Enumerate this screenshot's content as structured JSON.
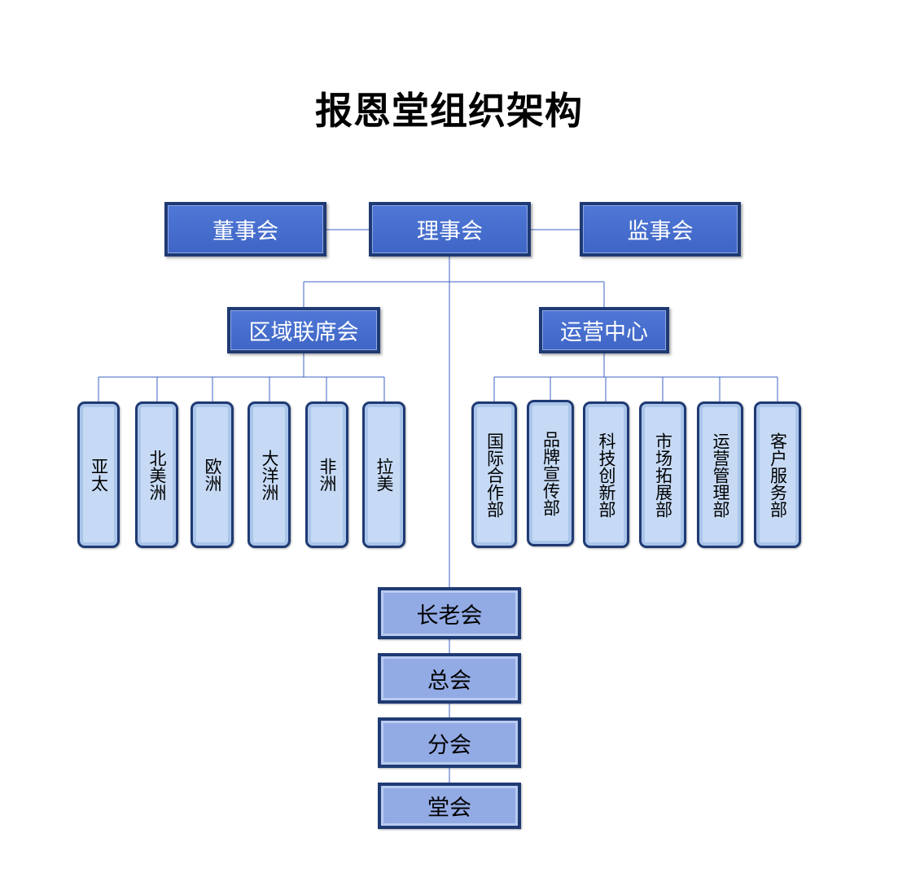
{
  "title": "报恩堂组织架构",
  "top_row": {
    "left": "董事会",
    "center": "理事会",
    "right": "监事会"
  },
  "second_row": {
    "left": "区域联席会",
    "right": "运营中心"
  },
  "regions": [
    "亚太",
    "北美洲",
    "欧洲",
    "大洋洲",
    "非洲",
    "拉美"
  ],
  "departments": [
    "国际合作部",
    "品牌宣传部",
    "科技创新部",
    "市场拓展部",
    "运营管理部",
    "客户服务部"
  ],
  "chain": [
    "长老会",
    "总会",
    "分会",
    "堂会"
  ],
  "colors": {
    "dark_fill": "#4f77d6",
    "frame": "#1f3a73",
    "light_fill": "#c6daf5",
    "mid_fill": "#93abe4",
    "connector": "#3d63c4"
  }
}
